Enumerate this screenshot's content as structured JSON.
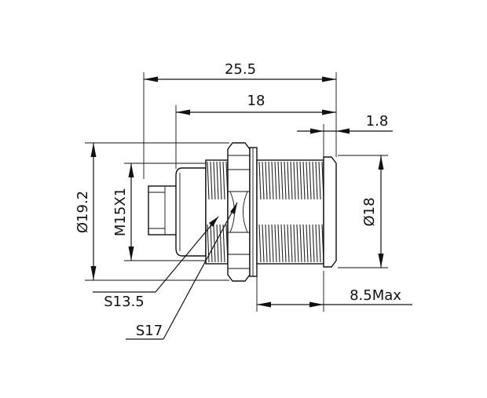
{
  "dimensions": {
    "overall_length": "25.5",
    "thread_length": "18",
    "flange_thickness": "1.8",
    "nut_diameter": "Ø19.2",
    "thread_spec": "M15X1",
    "front_diameter": "Ø18",
    "panel_thickness": "8.5Max",
    "small_hex": "S13.5",
    "large_hex": "S17"
  }
}
